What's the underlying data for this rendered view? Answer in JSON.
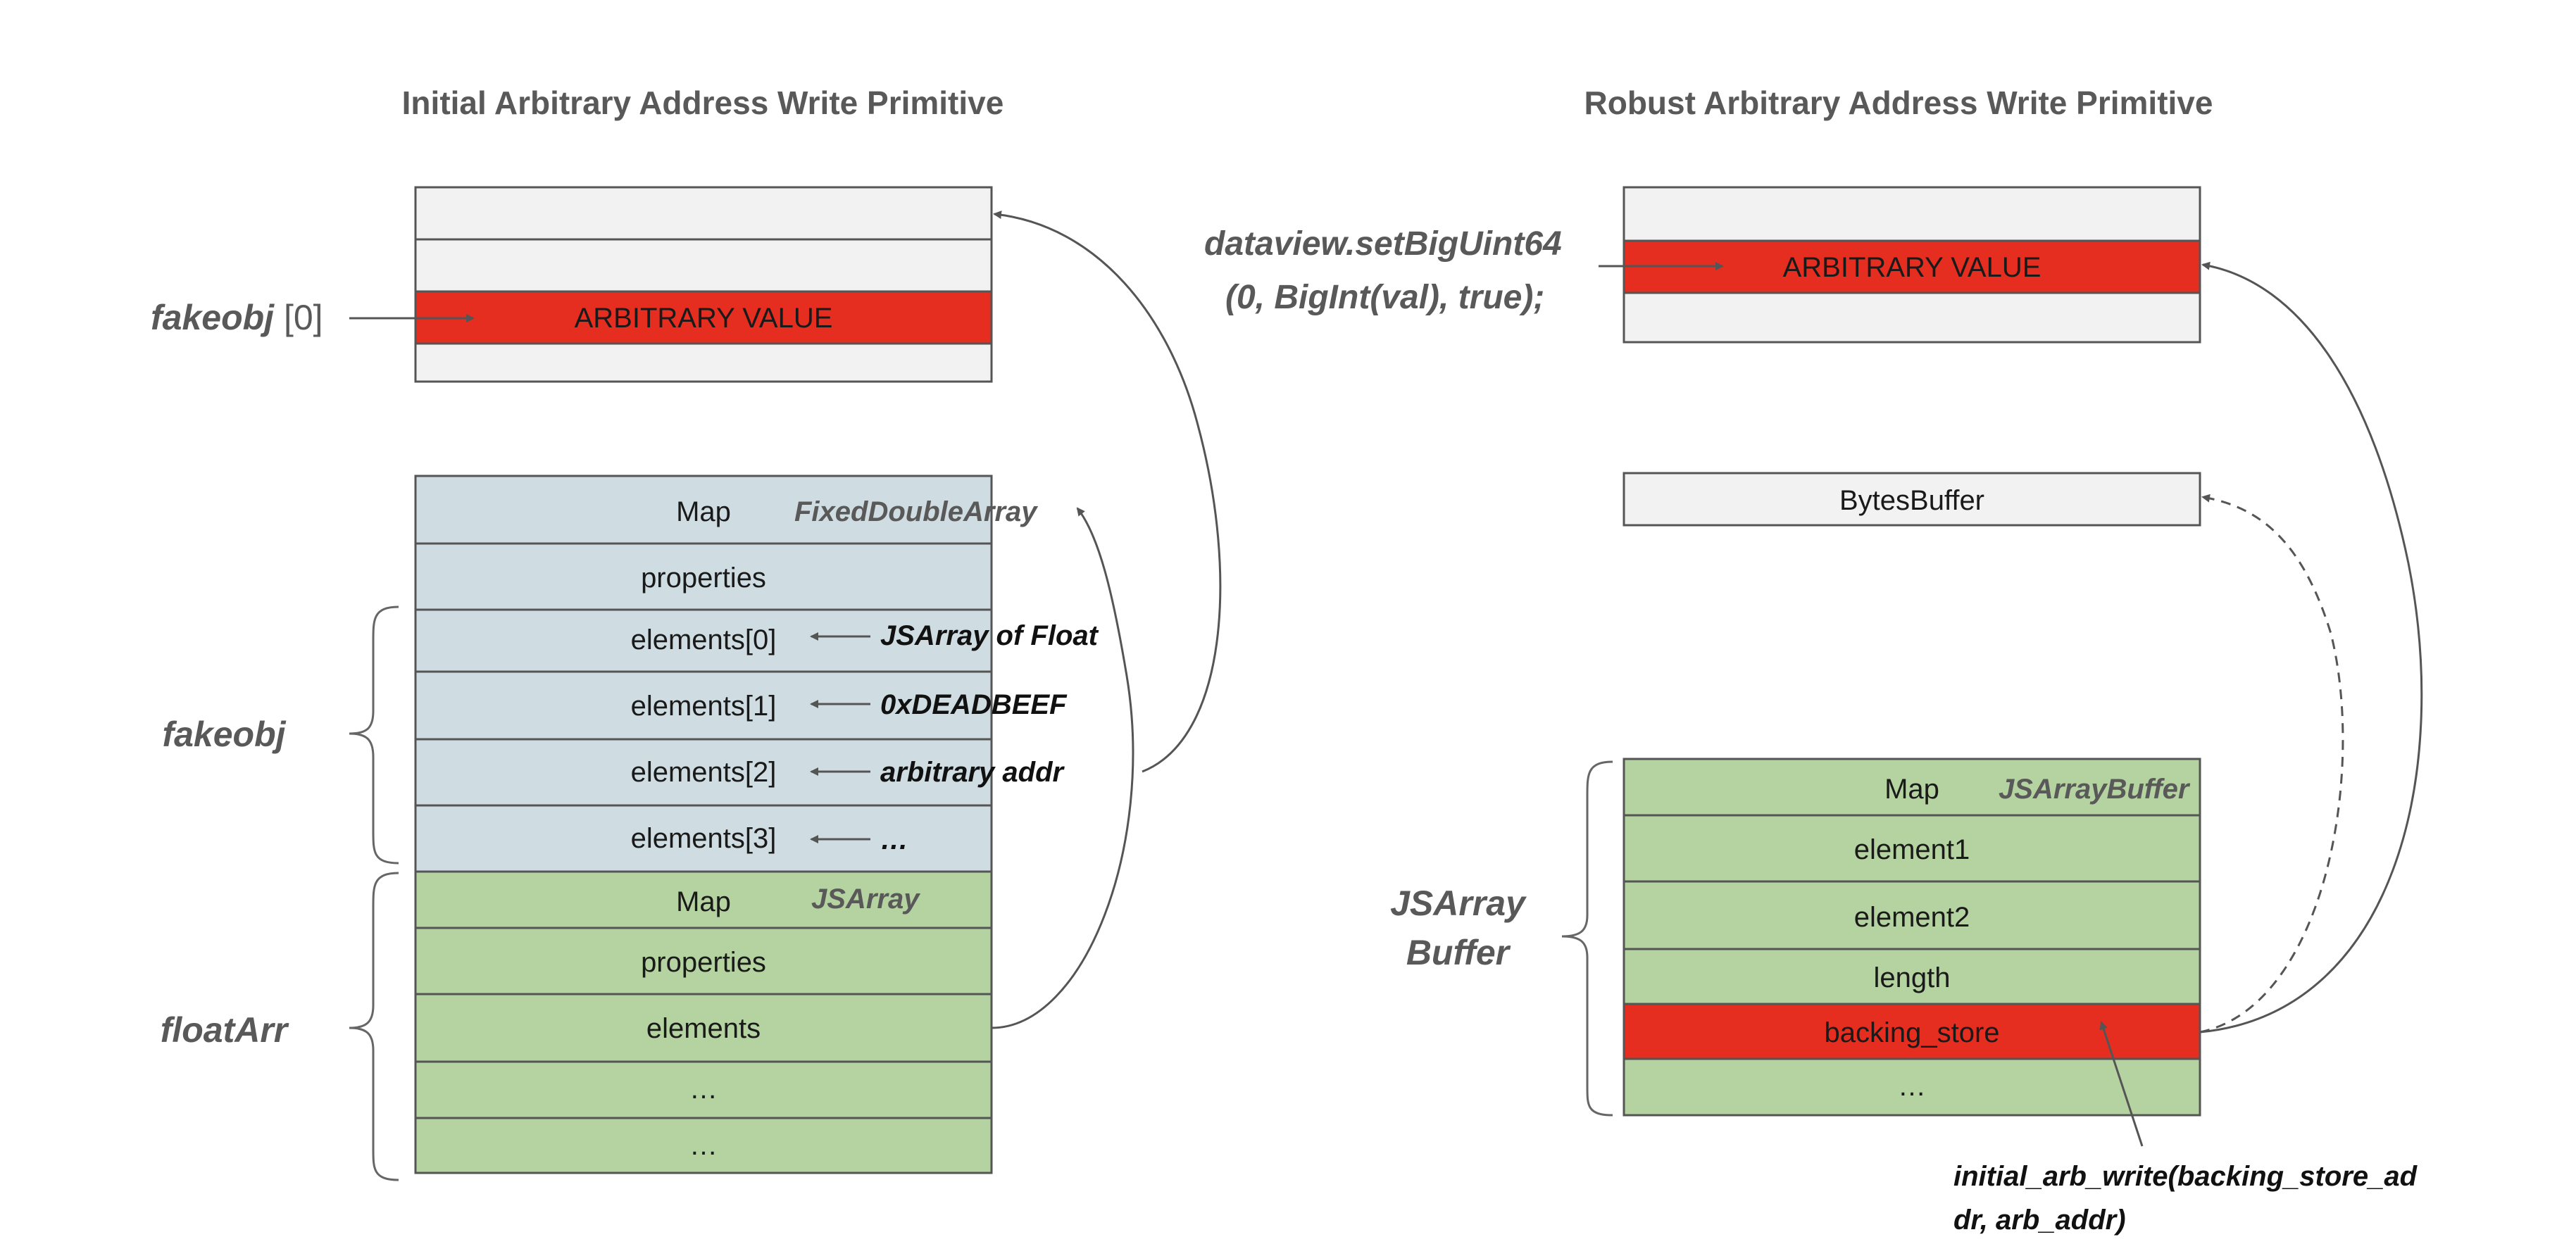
{
  "titles": {
    "left": "Initial Arbitrary Address Write Primitive",
    "right": "Robust Arbitrary Address Write Primitive"
  },
  "colors": {
    "gray": "#f2f2f2",
    "red": "#e52d20",
    "blue": "#cfdde2",
    "green": "#b4d3a0",
    "stroke": "#555555"
  },
  "left_top": {
    "cells": [
      "",
      "",
      "ARBITRARY VALUE",
      ""
    ]
  },
  "left_label_fakeobj_index": {
    "name": "fakeobj",
    "index": " [0]"
  },
  "fixed_double_array": {
    "tag": "FixedDoubleArray",
    "cells": [
      "Map",
      "properties",
      "elements[0]",
      "elements[1]",
      "elements[2]",
      "elements[3]"
    ]
  },
  "js_array": {
    "tag": "JSArray",
    "cells": [
      "Map",
      "properties",
      "elements",
      "…",
      "…"
    ]
  },
  "annotations": {
    "el0": "JSArray of Float",
    "el1": "0xDEADBEEF",
    "el2": "arbitrary addr",
    "el3": "…"
  },
  "left_labels": {
    "fakeobj": "fakeobj",
    "floatArr": "floatArr"
  },
  "right_top": {
    "cells": [
      "",
      "ARBITRARY VALUE",
      ""
    ]
  },
  "dataview_call": {
    "line1": "dataview.setBigUint64",
    "line2": "(0, BigInt(val), true);"
  },
  "bytes_buffer": {
    "label": "BytesBuffer"
  },
  "js_array_buffer": {
    "tag": "JSArrayBuffer",
    "cells": [
      "Map",
      "element1",
      "element2",
      "length",
      "backing_store",
      "…"
    ],
    "label_line1": "JSArray",
    "label_line2": "Buffer"
  },
  "initial_write_note": {
    "line1": "initial_arb_write(backing_store_ad",
    "line2": "dr, arb_addr)"
  }
}
